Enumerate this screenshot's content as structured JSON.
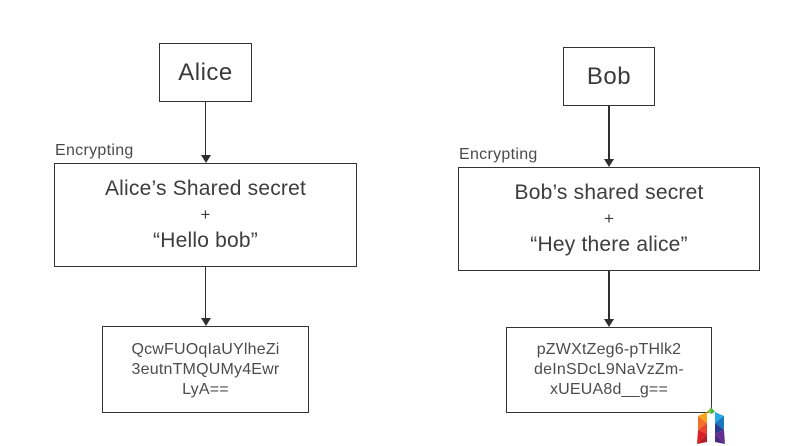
{
  "diagram": {
    "background_color": "#ffffff",
    "line_color": "#333333",
    "flows": [
      {
        "actor": "Alice",
        "stage_label": "Encrypting",
        "secret_lines": [
          "Alice’s Shared secret",
          "+",
          "“Hello bob”"
        ],
        "cipher_lines": [
          "QcwFUOqIaUYlheZi",
          "3eutnTMQUMy4Ewr",
          "LyA=="
        ]
      },
      {
        "actor": "Bob",
        "stage_label": "Encrypting",
        "secret_lines": [
          "Bob’s shared secret",
          "+",
          "“Hey there alice”"
        ],
        "cipher_lines": [
          "pZWXtZeg6-pTHlk2",
          "deInSDcL9NaVzZm-",
          "xUEUA8d__g=="
        ]
      }
    ],
    "logo": {
      "name": "mosaic-arch-logo",
      "palette": {
        "l1": "#f9a61a",
        "l2": "#f2702a",
        "l3": "#e8452c",
        "l4": "#d92027",
        "l5": "#b01f24",
        "t1": "#8dc63f",
        "t2": "#39b54a",
        "r1": "#27aae1",
        "r2": "#1b75bc",
        "r3": "#2b3990",
        "r4": "#662d91",
        "r5": "#4b2a84"
      }
    }
  }
}
